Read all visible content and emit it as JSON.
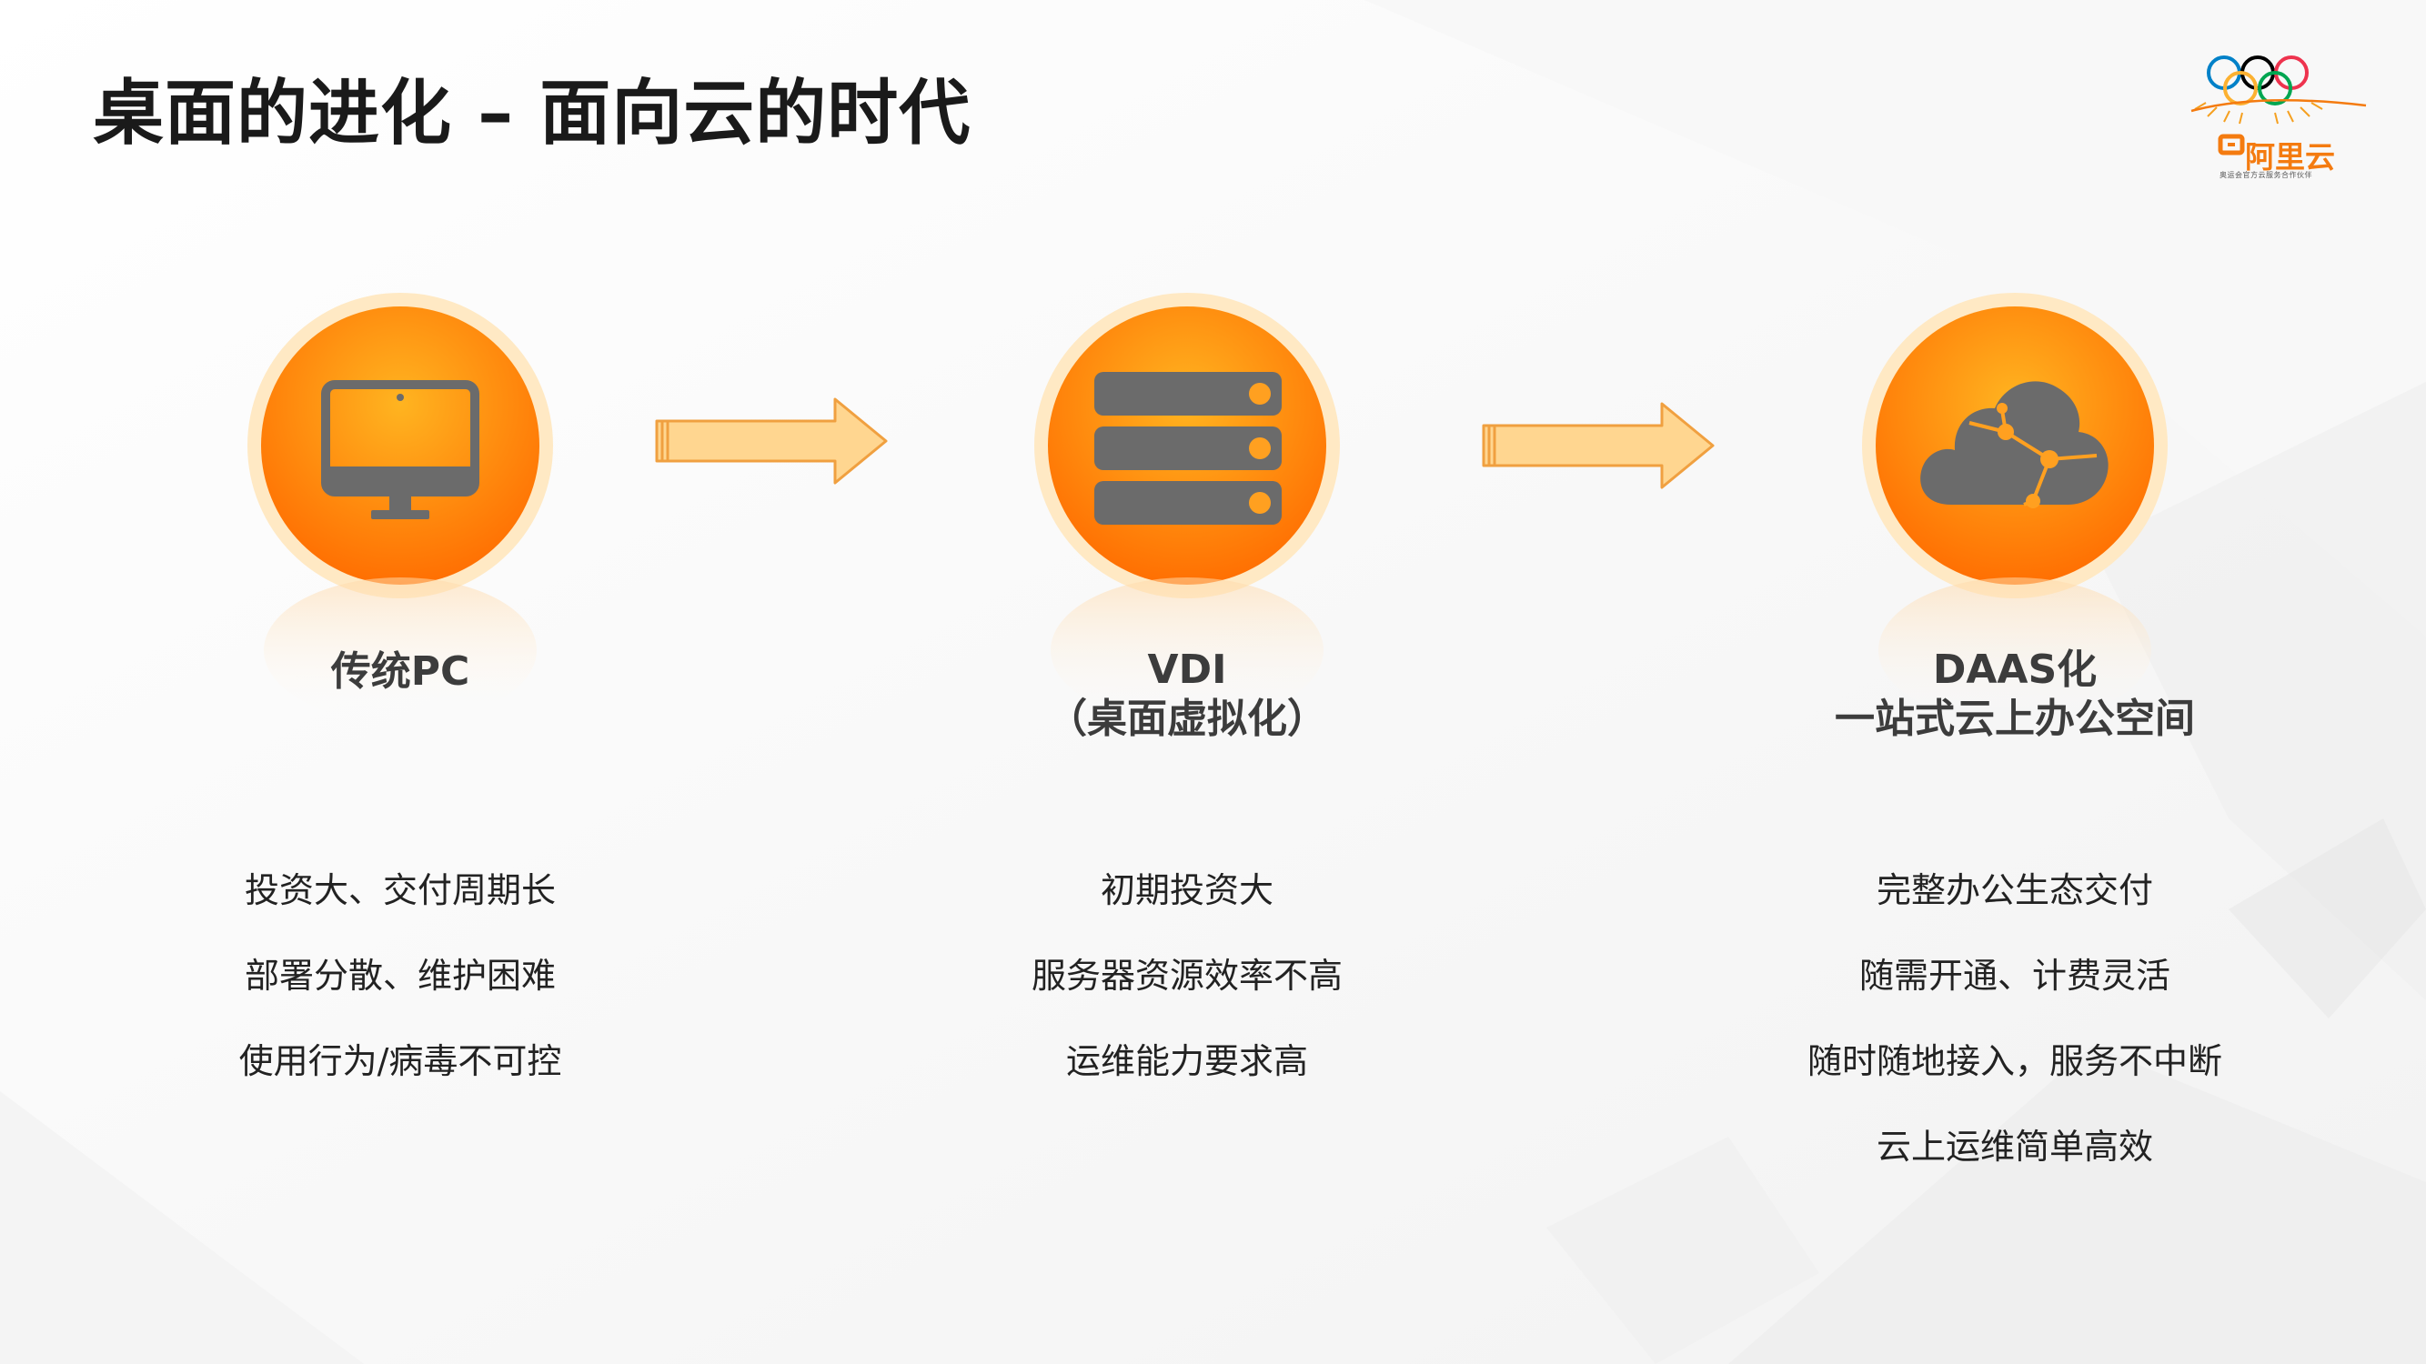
{
  "title": "桌面的进化 – 面向云的时代",
  "logo": {
    "name": "阿里云",
    "tagline": "奥运会官方云服务合作伙伴"
  },
  "colors": {
    "accent_top": "#ffa81c",
    "accent_bottom": "#ff6a00",
    "ring": "#ffe3b0",
    "icon_gray": "#6b6b6b",
    "arrow_fill": "#ffd690",
    "arrow_stroke": "#f0a040"
  },
  "stages": [
    {
      "icon": "monitor-icon",
      "label_line1": "传统PC",
      "label_line2": "",
      "bullets": [
        "投资大、交付周期长",
        "部署分散、维护困难",
        "使用行为/病毒不可控"
      ]
    },
    {
      "icon": "server-icon",
      "label_line1": "VDI",
      "label_line2": "（桌面虚拟化）",
      "bullets": [
        "初期投资大",
        "服务器资源效率不高",
        "运维能力要求高"
      ]
    },
    {
      "icon": "cloud-network-icon",
      "label_line1": "DAAS化",
      "label_line2": "一站式云上办公空间",
      "bullets": [
        "完整办公生态交付",
        "随需开通、计费灵活",
        "随时随地接入，服务不中断",
        "云上运维简单高效"
      ]
    }
  ]
}
